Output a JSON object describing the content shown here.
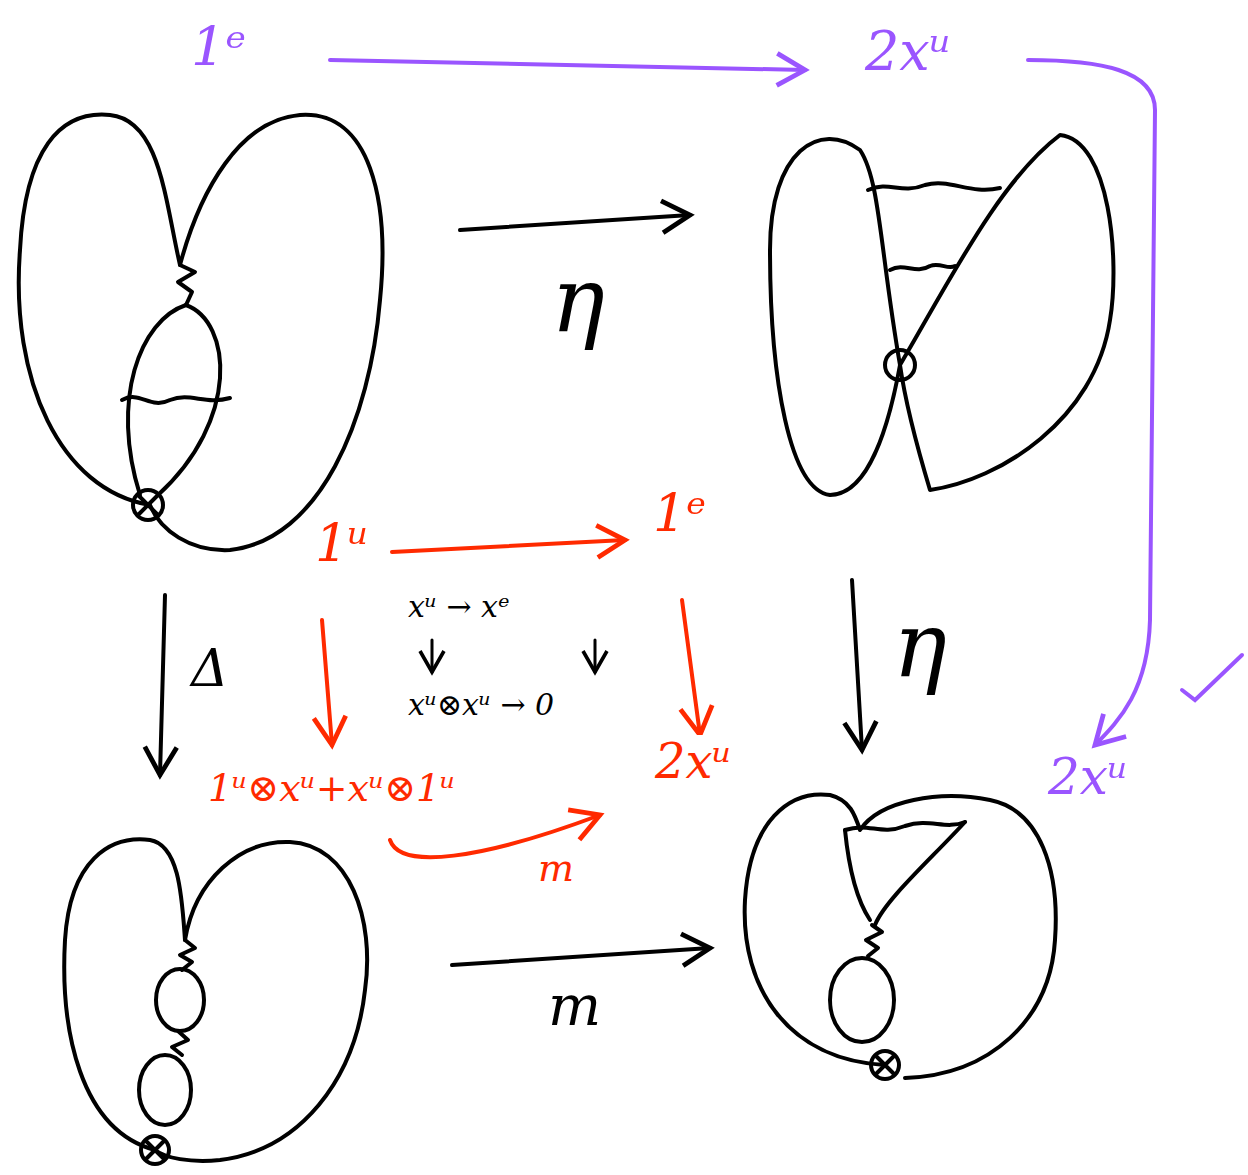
{
  "diagram": {
    "labels": [
      "1ᵉ",
      "2xᵘ",
      "η",
      "Δ",
      "1ᵘ",
      "1ᵉ",
      "xᵘ → xᵉ",
      "xᵘ⊗xᵘ → 0",
      "1ᵘ⊗xᵘ+xᵘ⊗1ᵘ",
      "2xᵘ",
      "η",
      "2xᵘ",
      "m",
      "m"
    ]
  }
}
